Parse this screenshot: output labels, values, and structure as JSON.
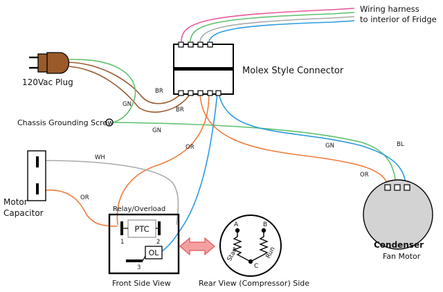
{
  "labels": {
    "harness_line1": "Wiring harness",
    "harness_line2": "to interior of Fridge",
    "molex": "Molex Style Connector",
    "plug": "120Vac Plug",
    "ground_screw": "Chassis Grounding Screw",
    "motor_cap_1": "Motor",
    "motor_cap_2": "Capacitor",
    "relay_title": "Relay/Overload",
    "ptc": "PTC",
    "ol": "OL",
    "term_1": "1",
    "term_2": "2",
    "term_3": "3",
    "front_view": "Front Side View",
    "rear_view": "Rear View (Compressor) Side",
    "pin_a": "A",
    "pin_b": "B",
    "pin_c": "C",
    "start": "Start",
    "run": "Run",
    "condenser_1": "Condenser",
    "condenser_2": "Fan Motor"
  },
  "wires": {
    "br_upper": "BR",
    "br_lower": "BR",
    "gn_plug": "GN",
    "gn_screw": "GN",
    "gn_fan": "GN",
    "or_relay": "OR",
    "or_fan": "OR",
    "or_cap": "OR",
    "bl_fan": "BL",
    "wh_cap": "WH"
  },
  "colors": {
    "brown": "#9a5a2e",
    "green": "#5cc06a",
    "orange": "#f07a3a",
    "blue": "#2a9be0",
    "gray": "#a9a9a9",
    "pink": "#e8579a",
    "plug_fill": "#9b5a2a",
    "fan_fill": "#d3d3d3",
    "arrow_fill": "#f4a0a0",
    "arrow_stroke": "#e05555"
  }
}
